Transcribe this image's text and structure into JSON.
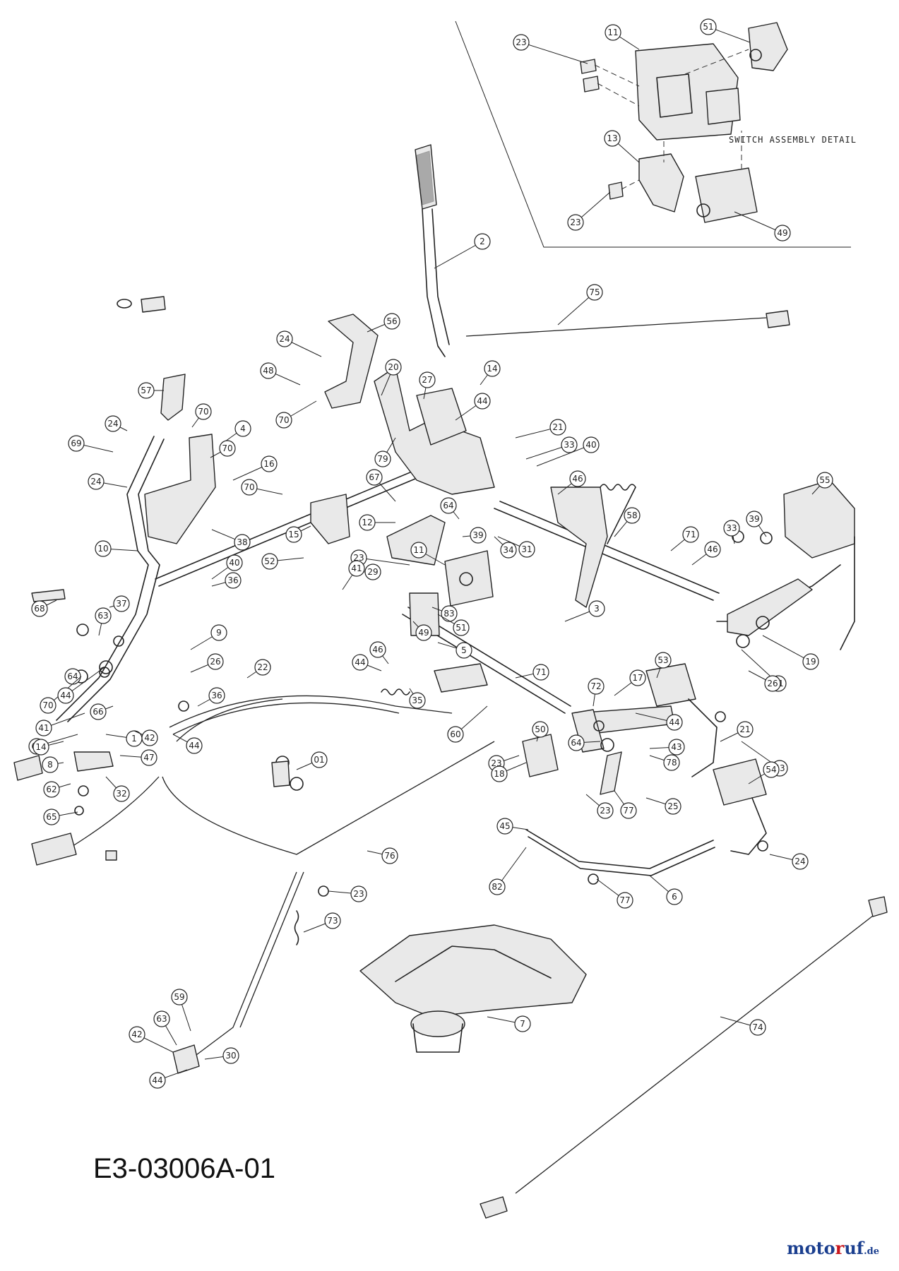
{
  "drawing": {
    "id": "E3-03006A-01",
    "detail_label": "SWITCH ASSEMBLY DETAIL"
  },
  "watermark": {
    "part1": "moto",
    "part2": "r",
    "part3": "uf",
    "tld": ".de"
  },
  "callouts": [
    "23",
    "11",
    "51",
    "13",
    "23",
    "49",
    "2",
    "75",
    "56",
    "24",
    "48",
    "70",
    "20",
    "27",
    "14",
    "44",
    "57",
    "70",
    "4",
    "70",
    "24",
    "69",
    "24",
    "16",
    "70",
    "79",
    "21",
    "33",
    "40",
    "46",
    "55",
    "67",
    "12",
    "64",
    "39",
    "34",
    "15",
    "38",
    "10",
    "52",
    "23",
    "11",
    "29",
    "31",
    "58",
    "71",
    "46",
    "33",
    "39",
    "40",
    "36",
    "83",
    "51",
    "49",
    "41",
    "46",
    "44",
    "5",
    "68",
    "37",
    "63",
    "9",
    "26",
    "3",
    "22",
    "61",
    "19",
    "26",
    "64",
    "70",
    "44",
    "41",
    "64",
    "66",
    "36",
    "35",
    "71",
    "53",
    "17",
    "72",
    "43",
    "1",
    "42",
    "44",
    "14",
    "47",
    "60",
    "50",
    "21",
    "44",
    "43",
    "23",
    "8",
    "32",
    "62",
    "65",
    "01",
    "18",
    "64",
    "78",
    "25",
    "23",
    "77",
    "45",
    "54",
    "76",
    "24",
    "82",
    "77",
    "6",
    "23",
    "73",
    "59",
    "63",
    "42",
    "30",
    "44",
    "7",
    "74"
  ],
  "colors": {
    "line": "#222222",
    "logo_blue": "#1b3f8f",
    "logo_red": "#c8161d"
  }
}
